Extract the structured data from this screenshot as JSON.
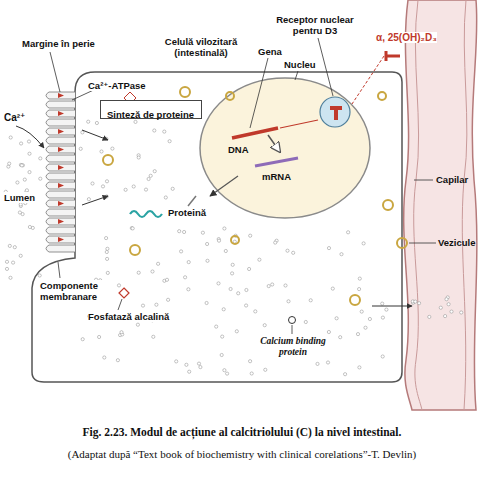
{
  "diagram": {
    "caption": "Fig. 2.23. Modul de acțiune al calcitriolului (C) la nivel intestinal.",
    "nodes": [
      {
        "text": [
          "Celulă vilozitară (intestinală)"
        ]
      },
      {
        "text": [
          "Sinteză de proteine"
        ],
        "in": 0
      }
    ],
    "labels": [
      "Margine în perie",
      "Receptor nuclear pentru D3",
      "Gena",
      "Nucleu",
      "α, 25(OH)₂D₃",
      "Ca²⁺-ATPase",
      "Ca²⁺",
      "Lumen",
      "DNA",
      "mRNA",
      "Capilar",
      "Proteină",
      "Vezicule",
      "Componente membranare",
      "Fosfatază alcalină",
      "Calcium binding protein",
      "(Adaptat după “Text book of biochemistry with clinical corelations”-T. Devlin)"
    ]
  }
}
